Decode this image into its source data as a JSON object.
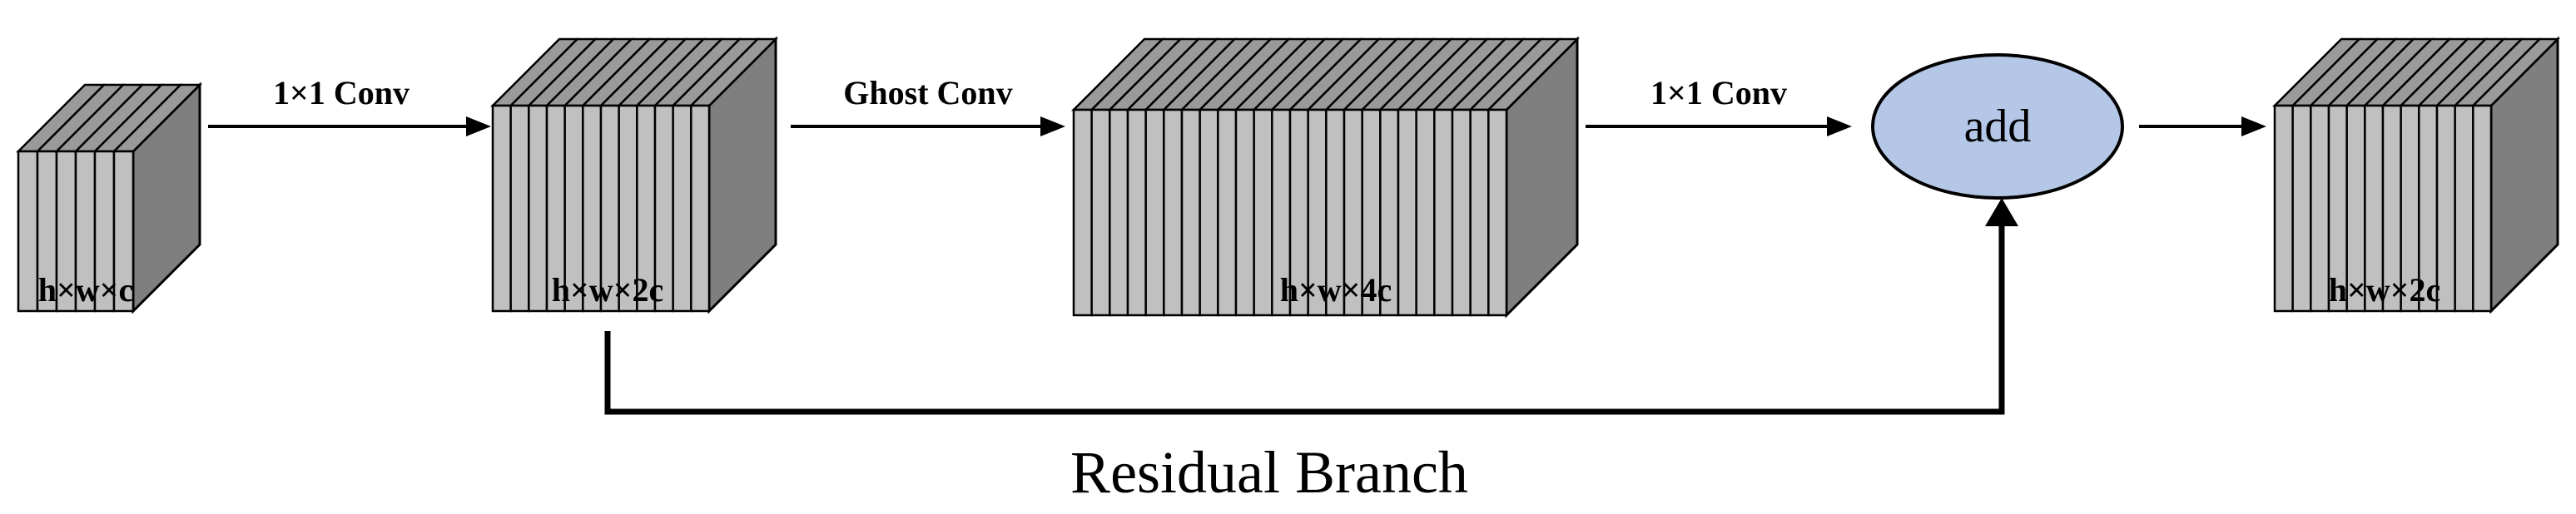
{
  "tensors": [
    {
      "id": "input",
      "label": "h×w×c",
      "slices": 6
    },
    {
      "id": "mid1",
      "label": "h×w×2c",
      "slices": 12
    },
    {
      "id": "mid2",
      "label": "h×w×4c",
      "slices": 24
    },
    {
      "id": "output",
      "label": "h×w×2c",
      "slices": 12
    }
  ],
  "arrows": [
    {
      "id": "conv1",
      "label": "1×1 Conv"
    },
    {
      "id": "ghost",
      "label": "Ghost Conv"
    },
    {
      "id": "conv2",
      "label": "1×1 Conv"
    },
    {
      "id": "out",
      "label": ""
    }
  ],
  "add_node": {
    "label": "add",
    "fill": "#b4c7e7",
    "stroke": "#000000"
  },
  "residual": {
    "label": "Residual Branch"
  },
  "colors": {
    "front": "#c0c0c0",
    "top": "#9a9a9a",
    "side": "#7f7f7f",
    "line": "#000000"
  }
}
